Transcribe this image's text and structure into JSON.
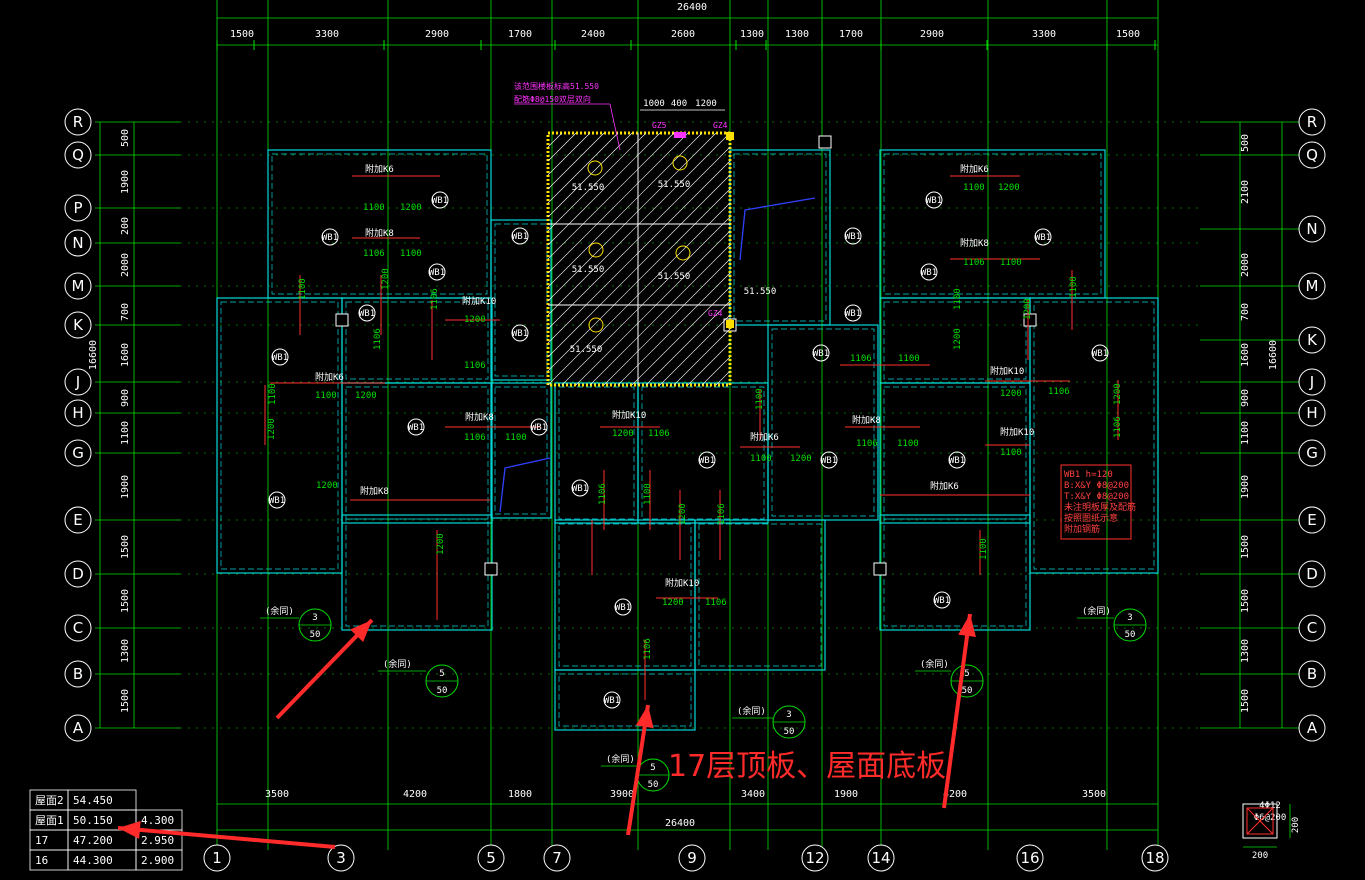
{
  "top_total": "26400",
  "bottom_total": "26400",
  "top_dims": [
    "1500",
    "3300",
    "2900",
    "1700",
    "2400",
    "2600",
    "1300",
    "1300",
    "1700",
    "2900",
    "3300",
    "1500"
  ],
  "bottom_dims": [
    "3500",
    "4200",
    "1800",
    "3900",
    "3400",
    "1900",
    "4200",
    "3500"
  ],
  "left_dims": [
    "500",
    "1900",
    "200",
    "2000",
    "700",
    "1600",
    "900",
    "1100",
    "1900",
    "1500",
    "1500",
    "1300",
    "1500"
  ],
  "right_dims": [
    "500",
    "2100",
    "2000",
    "700",
    "1600",
    "900",
    "1100",
    "1900",
    "1500",
    "1500",
    "1300",
    "1500"
  ],
  "side_total": "16600",
  "left_axes": [
    "R",
    "Q",
    "P",
    "N",
    "M",
    "K",
    "J",
    "H",
    "G",
    "E",
    "D",
    "C",
    "B",
    "A"
  ],
  "right_axes": [
    "R",
    "Q",
    "N",
    "M",
    "K",
    "J",
    "H",
    "G",
    "E",
    "D",
    "C",
    "B",
    "A"
  ],
  "bottom_axes": [
    "1",
    "3",
    "5",
    "7",
    "9",
    "12",
    "14",
    "16",
    "18"
  ],
  "elevation_labels": [
    "51.550",
    "51.550",
    "51.550",
    "51.550",
    "51.550",
    "51.550"
  ],
  "slab_tags": [
    "WB1",
    "WB1",
    "WB1",
    "WB1",
    "WB1",
    "WB1",
    "WB1",
    "WB1",
    "WB1",
    "WB1",
    "WB1",
    "WB1",
    "WB1",
    "WB1",
    "WB1",
    "WB1",
    "WB1",
    "WB1",
    "WB1",
    "WB1",
    "WB1",
    "WB1",
    "WB1",
    "WB1"
  ],
  "rebar_texts": [
    "附加K6",
    "附加K8",
    "附加K10",
    "1000",
    "1100",
    "1200",
    "1106"
  ],
  "note_top": [
    "该范围楼板标高51.550",
    "配筋Φ8@150双层双向"
  ],
  "note_top_dims": [
    "1000",
    "400",
    "1200"
  ],
  "column_tags": [
    "GZ5",
    "GZ4",
    "GZ4"
  ],
  "slab_note": [
    "WB1 h=120",
    "B:X&Y Φ8@200",
    "T:X&Y Φ8@200",
    "未注明板厚及配筋",
    "按照图纸示意",
    "附加钢筋"
  ],
  "detail_refs": [
    {
      "label": "(余同)",
      "num": "3",
      "sheet": "50"
    },
    {
      "label": "(余同)",
      "num": "5",
      "sheet": "50"
    },
    {
      "label": "(余同)",
      "num": "5",
      "sheet": "50"
    },
    {
      "label": "(余同)",
      "num": "3",
      "sheet": "50"
    },
    {
      "label": "(余同)",
      "num": "5",
      "sheet": "50"
    },
    {
      "label": "(余同)",
      "num": "3",
      "sheet": "50"
    }
  ],
  "annotation": "17层顶板、屋面底板",
  "level_table": [
    [
      "屋面2",
      "54.450",
      ""
    ],
    [
      "屋面1",
      "50.150",
      "4.300"
    ],
    [
      "17",
      "47.200",
      "2.950"
    ],
    [
      "16",
      "44.300",
      "2.900"
    ]
  ],
  "column_detail": {
    "top": "4Φ12",
    "mid": "Φ6@200",
    "side": "200",
    "bottom": "200"
  },
  "colors": {
    "grid": "#00e000",
    "wall": "#00d8d8",
    "rebar": "#ff3030",
    "annot": "#ff2a2a",
    "hatch": "#ffffff",
    "hatch_edge": "#ffe000"
  }
}
